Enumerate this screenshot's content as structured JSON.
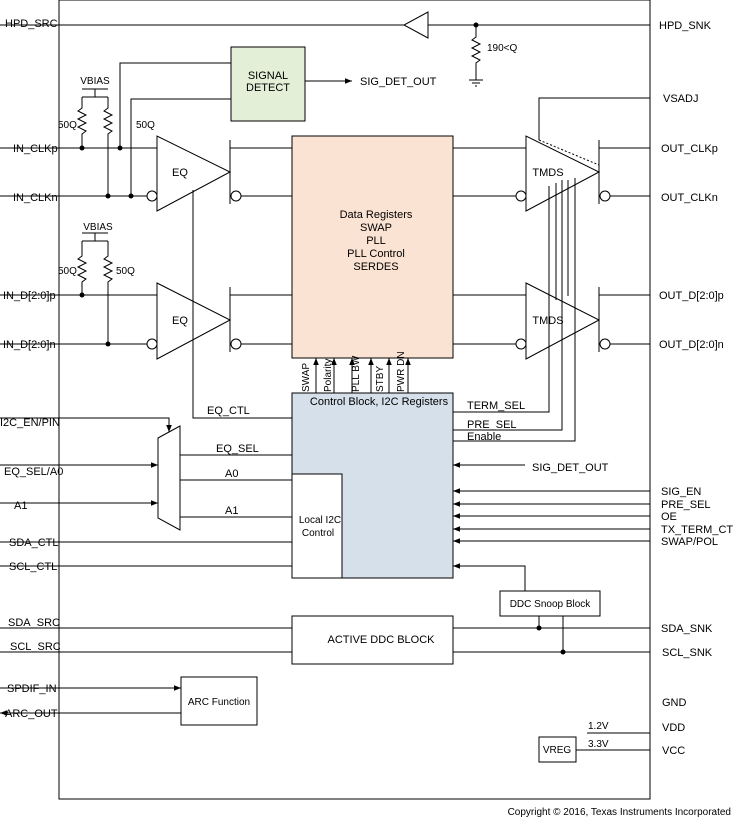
{
  "colors": {
    "signal_detect_fill": "#e3efd7",
    "data_registers_fill": "#fbe3d3",
    "control_block_fill": "#d6e0ea",
    "line": "#000000"
  },
  "left_pins": {
    "hpd_src": "HPD_SRC",
    "in_clkp": "IN_CLKp",
    "in_clkn": "IN_CLKn",
    "in_dp": "IN_D[2:0]p",
    "in_dn": "IN_D[2:0]n",
    "i2c_en_pin": "I2C_EN/PIN",
    "eq_sel_a0": "EQ_SEL/A0",
    "a1": "A1",
    "sda_ctl": "SDA_CTL",
    "scl_ctl": "SCL_CTL",
    "sda_src": "SDA_SRC",
    "scl_src": "SCL_SRC",
    "spdif_in": "SPDIF_IN",
    "arc_out": "ARC_OUT"
  },
  "right_pins": {
    "hpd_snk": "HPD_SNK",
    "vsadj": "VSADJ",
    "out_clkp": "OUT_CLKp",
    "out_clkn": "OUT_CLKn",
    "out_dp": "OUT_D[2:0]p",
    "out_dn": "OUT_D[2:0]n",
    "sig_det_out": "SIG_DET_OUT",
    "sig_en": "SIG_EN",
    "pre_sel": "PRE_SEL",
    "oe": "OE",
    "tx_term_ctl": "TX_TERM_CTL",
    "swap_pol": "SWAP/POL",
    "sda_snk": "SDA_SNK",
    "scl_snk": "SCL_SNK",
    "gnd": "GND",
    "vdd": "VDD",
    "vcc": "VCC"
  },
  "labels": {
    "vbias_top": "VBIAS",
    "vbias_bottom": "VBIAS",
    "r50_1": "50Q",
    "r50_2": "50Q",
    "r50_3": "50Q",
    "r50_4": "50Q",
    "r190": "190<Q",
    "signal_detect_line1": "SIGNAL",
    "signal_detect_line2": "DETECT",
    "sig_det_out_internal": "SIG_DET_OUT",
    "eq_clk": "EQ",
    "eq_data": "EQ",
    "tmds_clk": "TMDS",
    "tmds_data": "TMDS",
    "data_registers": [
      "Data Registers",
      "SWAP",
      "PLL",
      "PLL Control",
      "SERDES"
    ],
    "reg_signals": [
      "SWAP",
      "Polarity",
      "PLL BW",
      "STBY",
      "PWR DN"
    ],
    "control_block": "Control Block, I2C Registers",
    "term_sel": "TERM_SEL",
    "pre_sel_int": "PRE_SEL",
    "enable": "Enable",
    "eq_ctl": "EQ_CTL",
    "eq_sel": "EQ_SEL",
    "a0_int": "A0",
    "a1_int": "A1",
    "local_i2c_line1": "Local I2C",
    "local_i2c_line2": "Control",
    "ddc_snoop": "DDC Snoop Block",
    "active_ddc": "ACTIVE DDC BLOCK",
    "arc_function": "ARC Function",
    "vreg": "VREG",
    "v12": "1.2V",
    "v33": "3.3V",
    "copyright": "Copyright © 2016, Texas Instruments Incorporated"
  }
}
